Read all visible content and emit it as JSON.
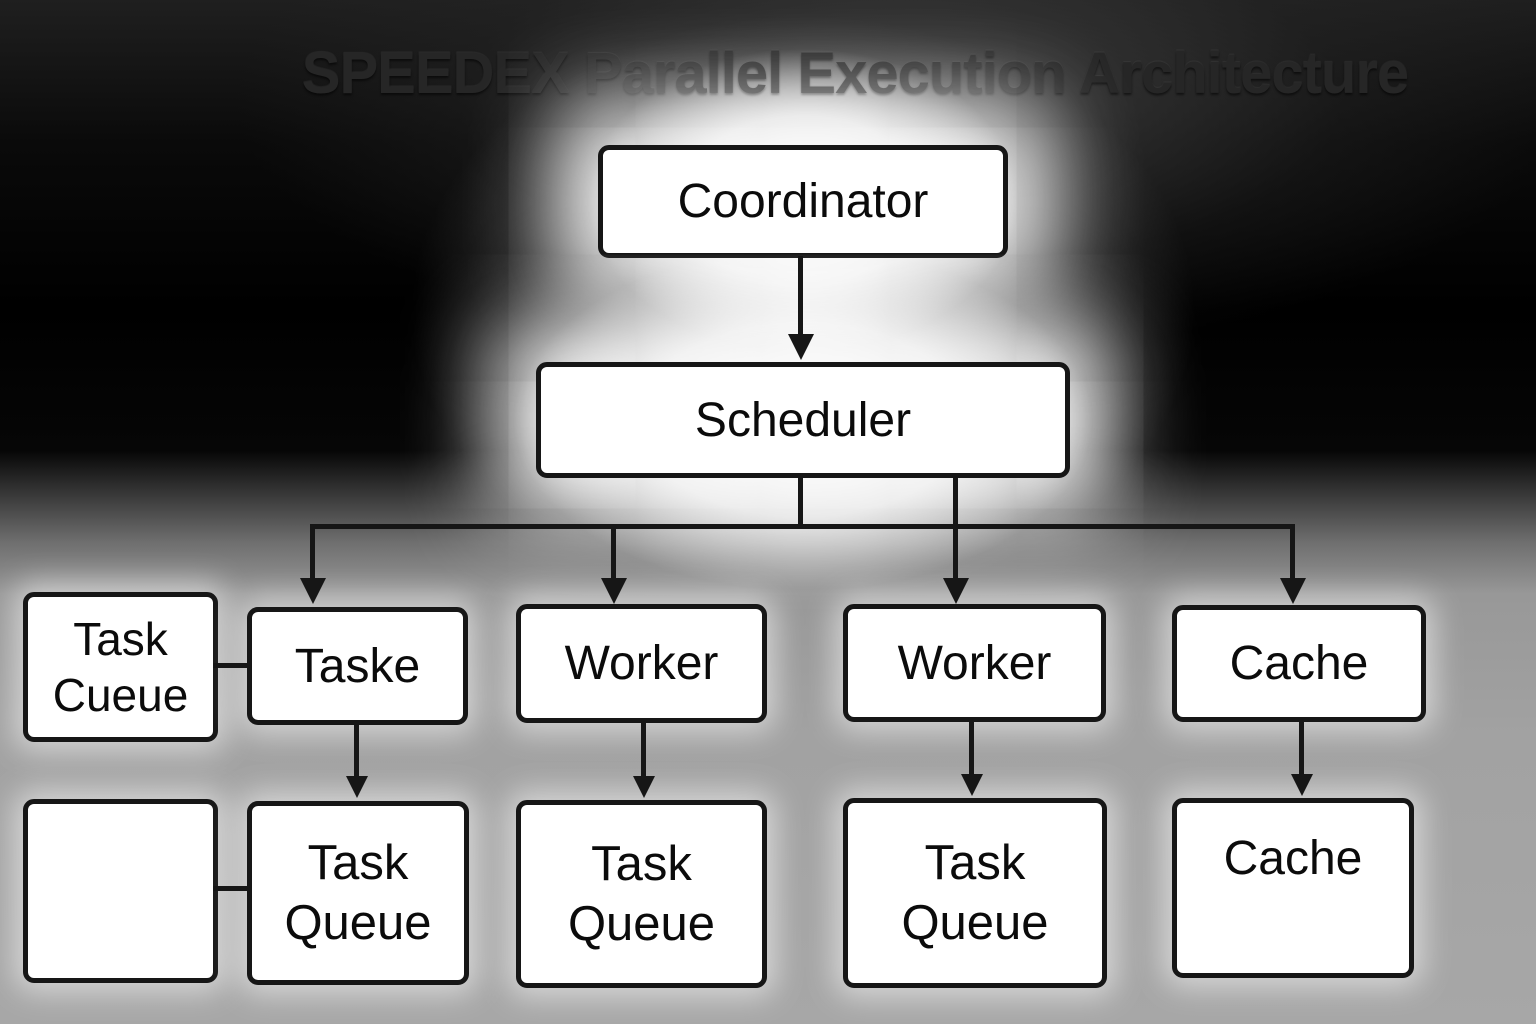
{
  "title": "SPEEDEX Parallel Execution Architecture",
  "colors": {
    "line": "#161616",
    "box_fill": "#ffffff",
    "box_border": "#161616",
    "background_top": "#000000",
    "background_bottom": "#a7a7a7",
    "title_text": "#262626",
    "glow": "#ffffff"
  },
  "nodes": {
    "coordinator": {
      "label": "Coordinator"
    },
    "scheduler": {
      "label": "Scheduler"
    },
    "task_cueue": {
      "label": "Task\nCueue"
    },
    "taske": {
      "label": "Taske"
    },
    "worker_left": {
      "label": "Worker"
    },
    "worker_right": {
      "label": "Worker"
    },
    "cache_top": {
      "label": "Cache"
    },
    "queue_empty": {
      "label": ""
    },
    "task_queue_1": {
      "label": "Task\nQueue"
    },
    "task_queue_2": {
      "label": "Task\nQueue"
    },
    "task_queue_3": {
      "label": "Task\nQueue"
    },
    "cache_bottom": {
      "label": "Cache"
    }
  }
}
